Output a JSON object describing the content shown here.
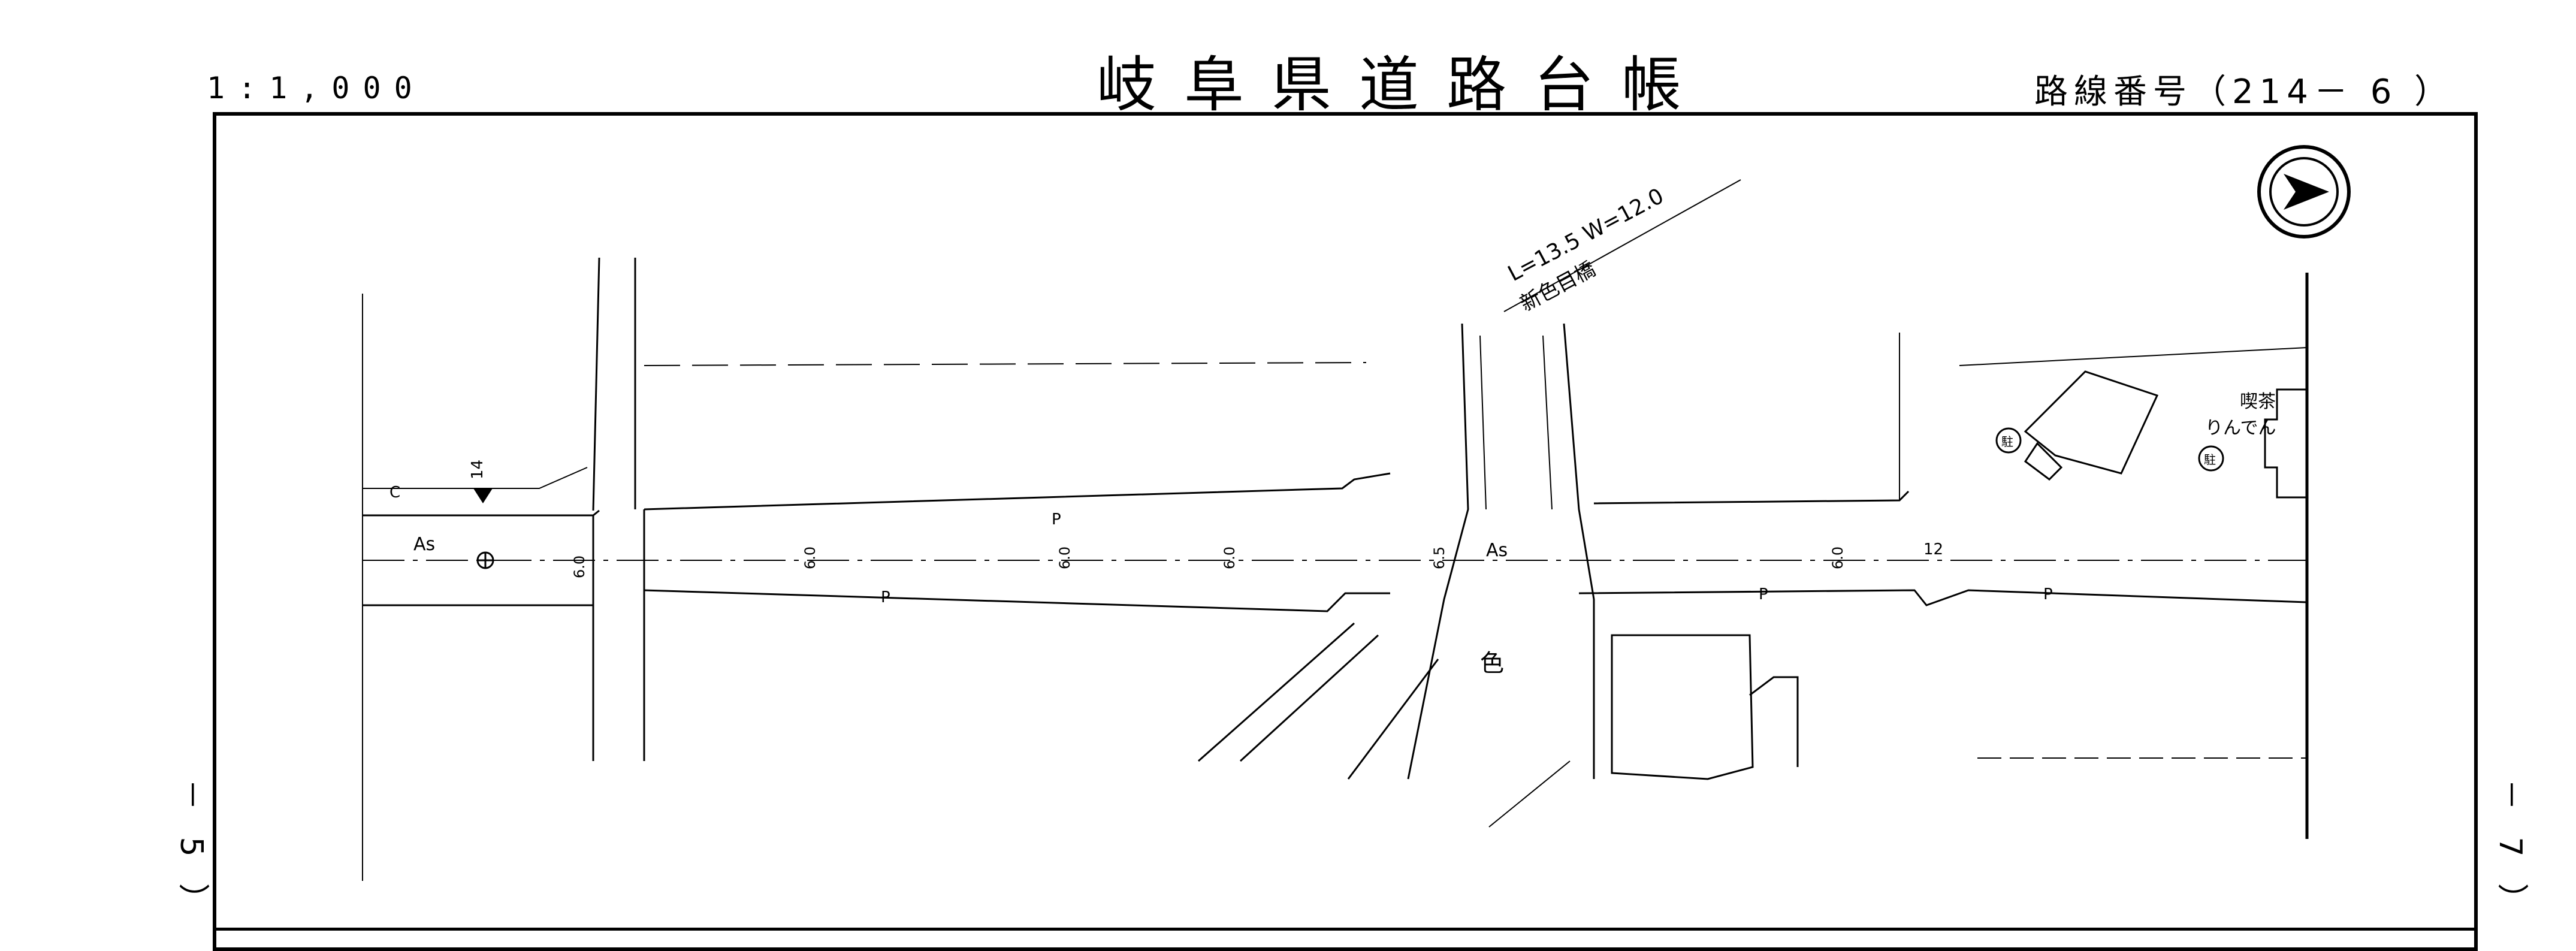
{
  "header": {
    "scale": "1:1,000",
    "title": "岐阜県道路台帳",
    "route_number": "路線番号（214－ 6 ）"
  },
  "side_labels": {
    "left": "－ 5 ）",
    "right": "－ 7 ）"
  },
  "map": {
    "bridge_dimensions": "L=13.5  W=12.0",
    "bridge_name": "新色目橋",
    "shop_name_line1": "喫茶",
    "shop_name_line2": "りんでん",
    "road_surface_left": "As",
    "road_surface_mid": "As",
    "parking_mark": "P",
    "curb_mark": "C",
    "river_label": "色",
    "marker_number": "14",
    "width_6_0": "6.0",
    "width_6_5": "6.5",
    "width_12": "12",
    "parking_circle": "駐"
  },
  "icons": {
    "north_arrow": "north-arrow-icon"
  }
}
